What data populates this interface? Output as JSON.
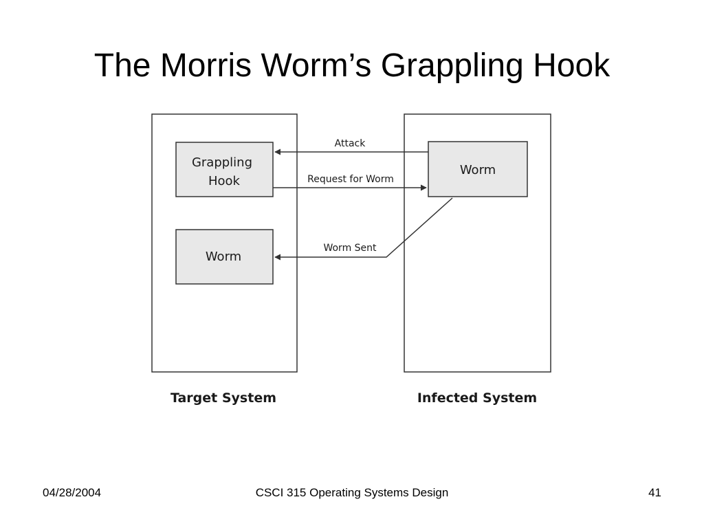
{
  "slide": {
    "title": "The Morris Worm’s Grappling Hook"
  },
  "diagram": {
    "target_system": {
      "label": "Target System",
      "grappling_hook_box": [
        "Grappling",
        "Hook"
      ],
      "worm_box": "Worm"
    },
    "infected_system": {
      "label": "Infected System",
      "worm_box": "Worm"
    },
    "arrows": {
      "attack": "Attack",
      "request": "Request for Worm",
      "sent": "Worm Sent"
    },
    "colors": {
      "box_fill": "#e8e8e8",
      "line": "#333333"
    }
  },
  "footer": {
    "date": "04/28/2004",
    "course": "CSCI 315 Operating Systems Design",
    "page": "41"
  }
}
